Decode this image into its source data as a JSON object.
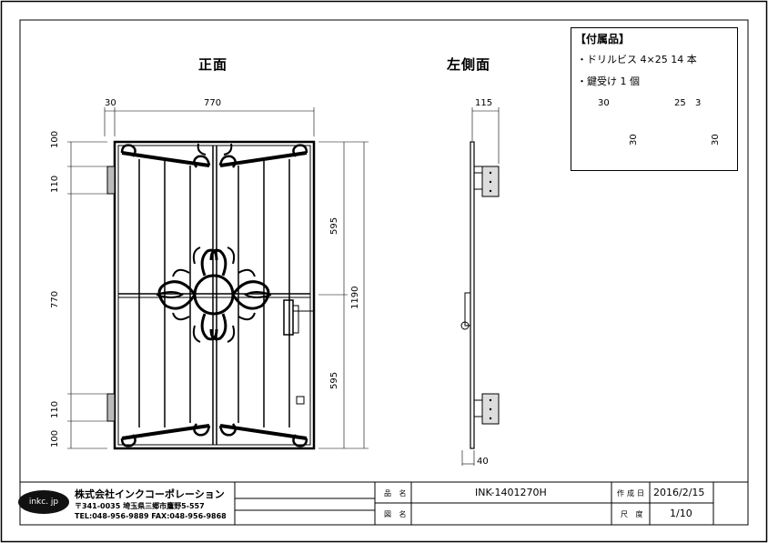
{
  "views": {
    "front_title": "正面",
    "side_title": "左側面"
  },
  "front_dims": {
    "top_left": "30",
    "top_width": "770",
    "left_stack": [
      "100",
      "110",
      "770",
      "110",
      "100"
    ],
    "right_upper": "595",
    "right_lower": "595",
    "right_total": "1190"
  },
  "side_dims": {
    "top": "115",
    "bottom": "40"
  },
  "accessories": {
    "title": "【付属品】",
    "items": [
      "・ドリルビス 4×25 14 本",
      "・鍵受け 1 個"
    ],
    "hinge_width": "30",
    "hinge_height": "30",
    "keeper_width": "25",
    "keeper_offset": "3",
    "keeper_height": "30"
  },
  "title_block": {
    "logo": "inkc. jp",
    "company": "株式会社インクコーポレーション",
    "address": "〒341-0035 埼玉県三郷市鷹野5-557",
    "contact": "TEL:048-956-9889 FAX:048-956-9868",
    "product_label": "品 名",
    "product_value": "INK-1401270H",
    "drawing_label": "図 名",
    "drawing_value": "",
    "date_label": "作成日",
    "date_value": "2016/2/15",
    "scale_label": "尺 度",
    "scale_value": "1/10"
  }
}
